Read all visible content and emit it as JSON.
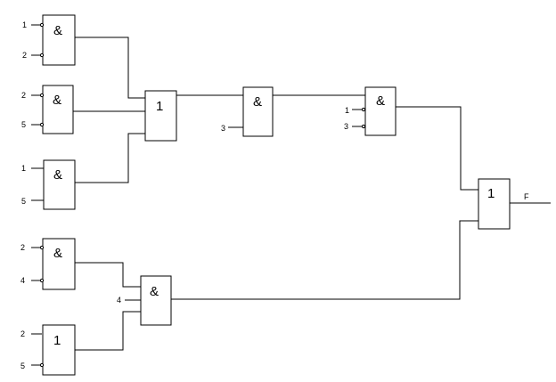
{
  "gates": [
    {
      "id": "g1",
      "symbol": "&",
      "inputs": [
        "1",
        "2"
      ]
    },
    {
      "id": "g2",
      "symbol": "&",
      "inputs": [
        "2",
        "5"
      ]
    },
    {
      "id": "g3",
      "symbol": "&",
      "inputs": [
        "1",
        "5"
      ]
    },
    {
      "id": "g4",
      "symbol": "1",
      "inputs": []
    },
    {
      "id": "g5",
      "symbol": "&",
      "inputs": [
        "3"
      ]
    },
    {
      "id": "g6",
      "symbol": "&",
      "inputs": [
        "1",
        "3"
      ]
    },
    {
      "id": "g7",
      "symbol": "1",
      "inputs": []
    },
    {
      "id": "g8",
      "symbol": "&",
      "inputs": [
        "2",
        "4"
      ]
    },
    {
      "id": "g9",
      "symbol": "&",
      "inputs": [
        "4"
      ]
    },
    {
      "id": "g10",
      "symbol": "1",
      "inputs": [
        "2",
        "5"
      ]
    }
  ],
  "output_label": "F",
  "colors": {
    "line": "#000000",
    "background": "#ffffff"
  }
}
